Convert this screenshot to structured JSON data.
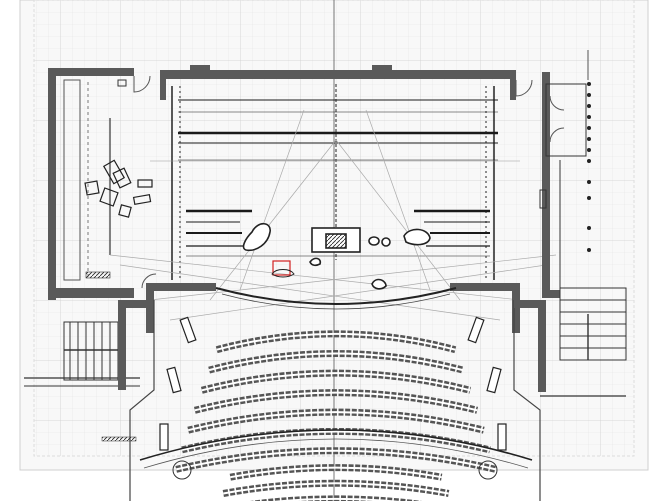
{
  "drawing": {
    "kind": "theatre-floor-plan",
    "colors": {
      "background": "#ffffff",
      "grid": "#d9d9d9",
      "sheet": "#f7f7f7",
      "wall": "#5a5a5a",
      "line": "#333333",
      "sightline": "#a9a9a9",
      "highlight": "#d22020"
    },
    "seating": {
      "lower_rows": 7,
      "upper_rows": 3
    },
    "stage_battens": 9,
    "props_on_stage": 8,
    "selection_marker": "red-rectangle"
  }
}
